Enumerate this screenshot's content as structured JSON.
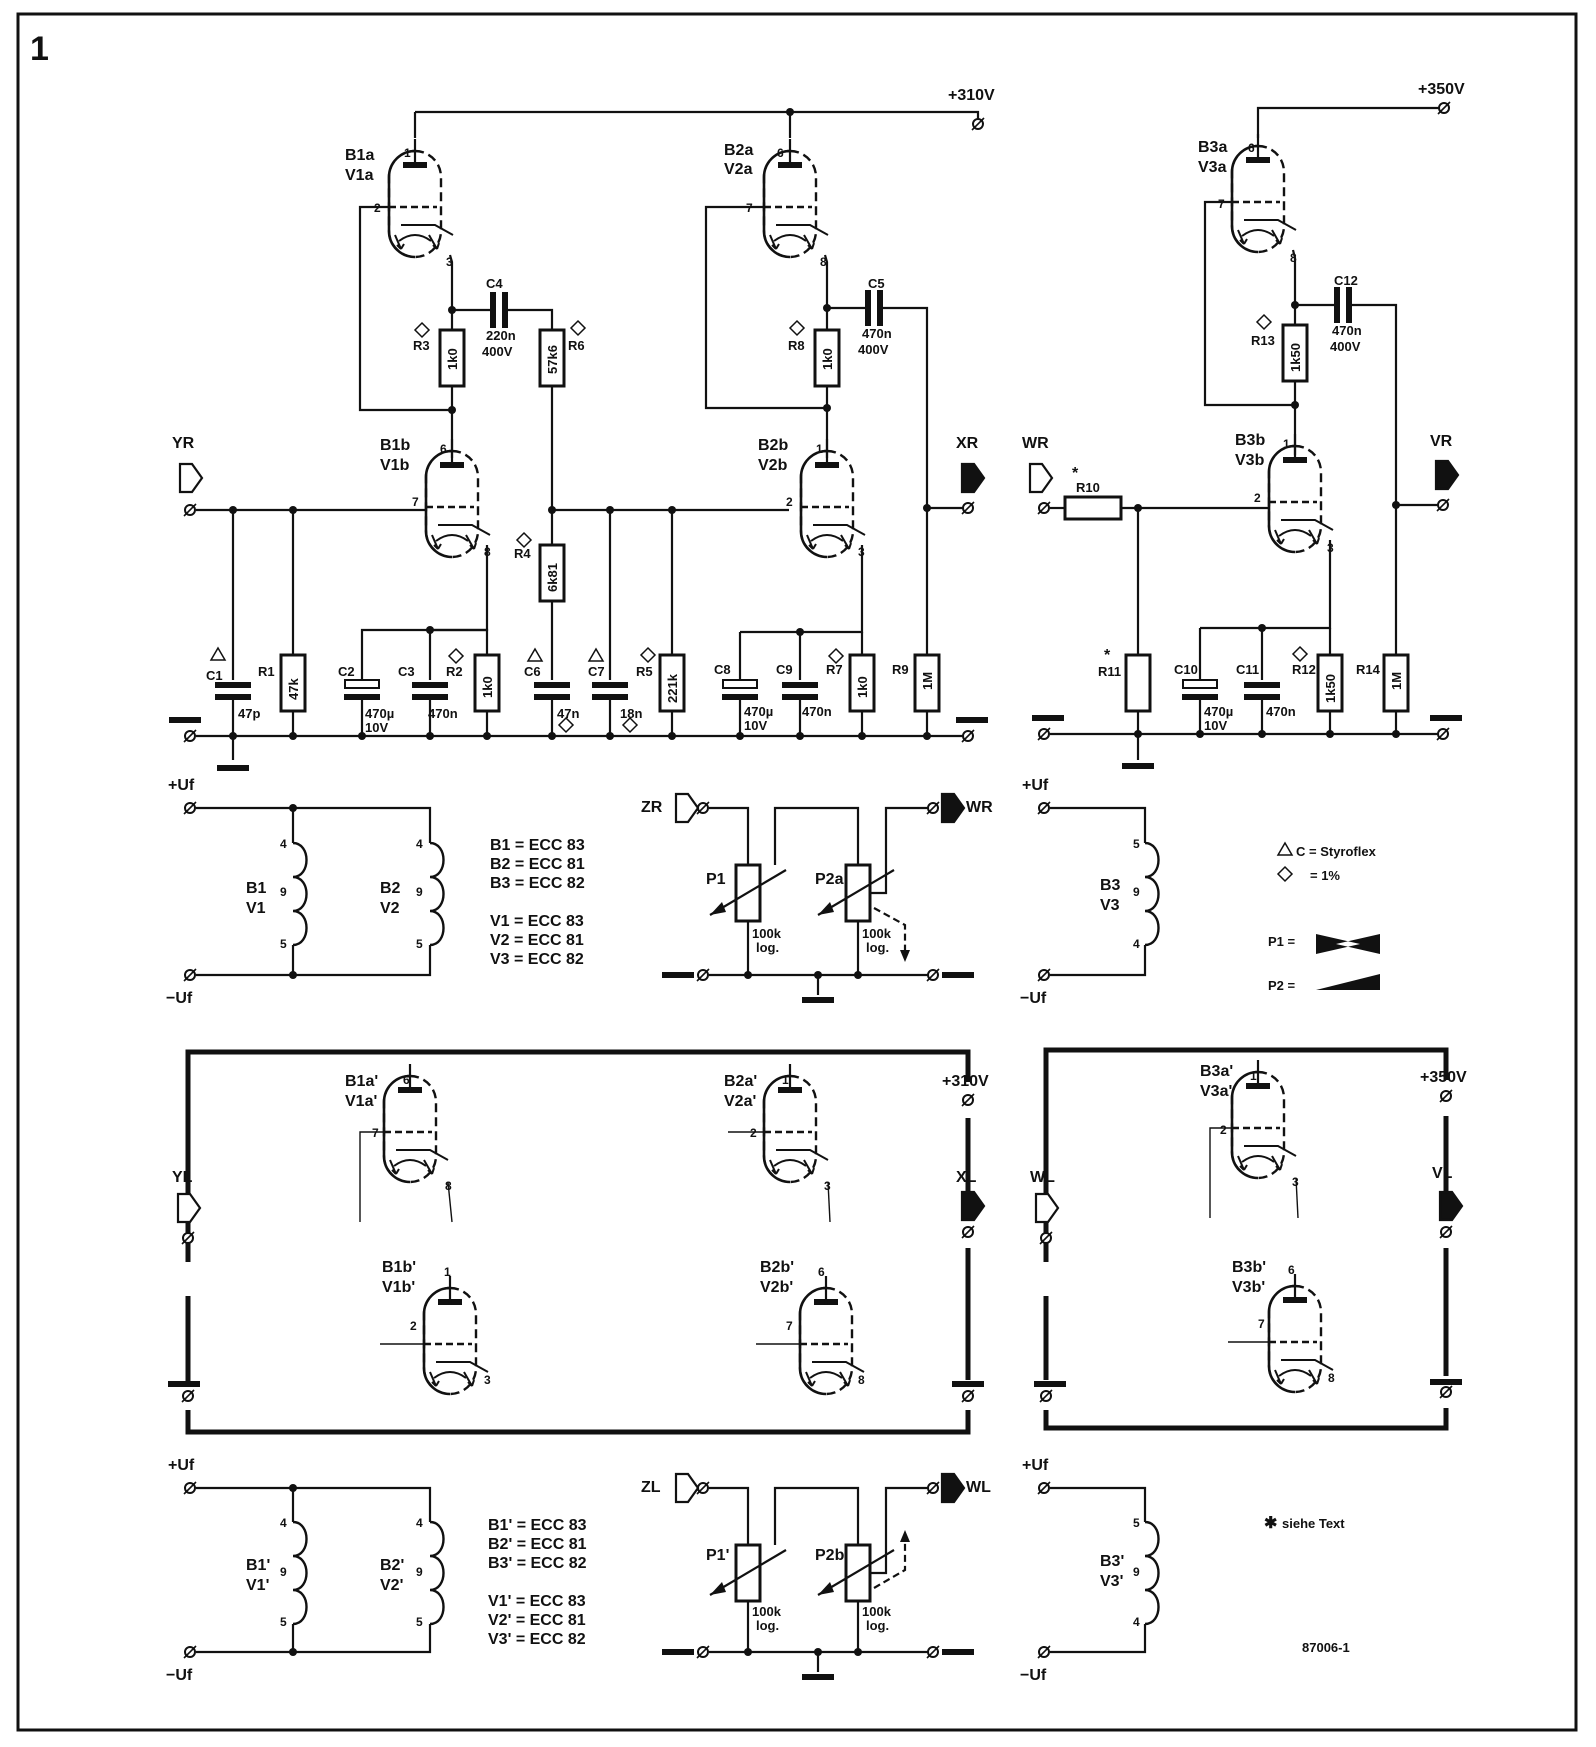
{
  "figure_number": "1",
  "figure_code": "87006-1",
  "note": "siehe Text",
  "legend": {
    "styroflex": "C = Styroflex",
    "tolerance": "= 1%",
    "p1": "P1 =",
    "p2": "P2 ="
  },
  "supply": {
    "v1": "+310V",
    "v2": "+350V",
    "uf_pos": "+Uf",
    "uf_neg": "−Uf"
  },
  "tubes_r": {
    "b1a": "B1a",
    "v1a": "V1a",
    "b1b": "B1b",
    "v1b": "V1b",
    "b2a": "B2a",
    "v2a": "V2a",
    "b2b": "B2b",
    "v2b": "V2b",
    "b3a": "B3a",
    "v3a": "V3a",
    "b3b": "B3b",
    "v3b": "V3b"
  },
  "tubes_l": {
    "b1a": "B1a'",
    "v1a": "V1a'",
    "b1b": "B1b'",
    "v1b": "V1b'",
    "b2a": "B2a'",
    "v2a": "V2a'",
    "b2b": "B2b'",
    "v2b": "V2b'",
    "b3a": "B3a'",
    "v3a": "V3a'",
    "b3b": "B3b'",
    "v3b": "V3b'"
  },
  "ports": {
    "yr": "YR",
    "xr": "XR",
    "wr": "WR",
    "vr": "VR",
    "zr": "ZR",
    "yl": "YL",
    "xl": "XL",
    "wl": "WL",
    "vl": "VL",
    "zl": "ZL"
  },
  "resistors": {
    "r1": "R1",
    "r1v": "47k",
    "r2": "R2",
    "r2v": "1k0",
    "r3": "R3",
    "r3v": "1k0",
    "r4": "R4",
    "r4v": "6k81",
    "r5": "R5",
    "r5v": "221k",
    "r6": "R6",
    "r6v": "57k6",
    "r7": "R7",
    "r7v": "1k0",
    "r8": "R8",
    "r8v": "1k0",
    "r9": "R9",
    "r9v": "1M",
    "r10": "R10",
    "r11": "R11",
    "r12": "R12",
    "r12v": "1k50",
    "r13": "R13",
    "r13v": "1k50",
    "r14": "R14",
    "r14v": "1M"
  },
  "capacitors": {
    "c1": "C1",
    "c1v": "47p",
    "c2": "C2",
    "c2v": "470µ",
    "c2u": "10V",
    "c3": "C3",
    "c3v": "470n",
    "c4": "C4",
    "c4v": "220n",
    "c4u": "400V",
    "c5": "C5",
    "c5v": "470n",
    "c5u": "400V",
    "c6": "C6",
    "c6v": "47n",
    "c7": "C7",
    "c7v": "18n",
    "c8": "C8",
    "c8v": "470µ",
    "c8u": "10V",
    "c9": "C9",
    "c9v": "470n",
    "c10": "C10",
    "c10v": "470µ",
    "c10u": "10V",
    "c11": "C11",
    "c11v": "470n",
    "c12": "C12",
    "c12v": "470n",
    "c12u": "400V"
  },
  "pots": {
    "p1": "P1",
    "p2a": "P2a",
    "p1l": "P1'",
    "p2b": "P2b",
    "val": "100k",
    "taper": "log."
  },
  "heater_r": {
    "b1": "B1",
    "v1": "V1",
    "b2": "B2",
    "v2": "V2",
    "b3": "B3",
    "v3": "V3"
  },
  "heater_l": {
    "b1": "B1'",
    "v1": "V1'",
    "b2": "B2'",
    "v2": "V2'",
    "b3": "B3'",
    "v3": "V3'"
  },
  "tube_table_r": [
    "B1 = ECC 83",
    "B2 = ECC 81",
    "B3 = ECC 82",
    "V1 = ECC 83",
    "V2 = ECC 81",
    "V3 = ECC 82"
  ],
  "tube_table_l": [
    "B1' = ECC 83",
    "B2' = ECC 81",
    "B3' = ECC 82",
    "V1' = ECC 83",
    "V2' = ECC 81",
    "V3' = ECC 82"
  ]
}
